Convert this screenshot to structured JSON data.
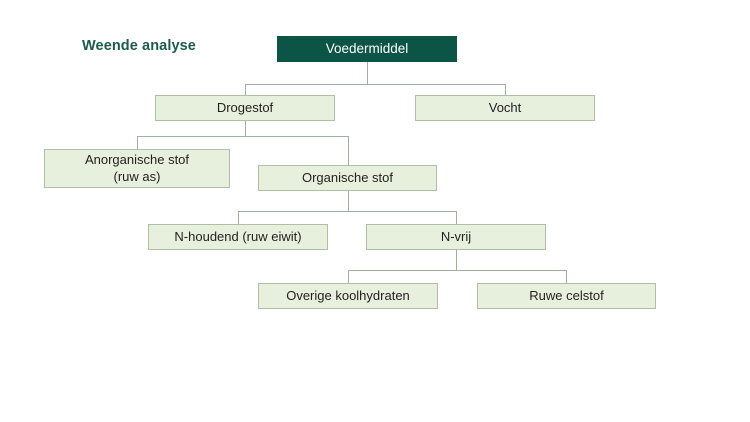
{
  "diagram": {
    "title": "Weende analyse",
    "type": "tree-hierarchy",
    "colors": {
      "root_fill": "#0c5446",
      "root_text": "#ffffff",
      "node_fill": "#e7efdd",
      "node_border": "#aebfa5",
      "node_text": "#231f20",
      "title_text": "#1c5c4a",
      "connector": "#9ab39a",
      "background": "#ffffff"
    },
    "nodes": {
      "root": {
        "label": "Voedermiddel"
      },
      "level1": [
        {
          "label": "Drogestof"
        },
        {
          "label": "Vocht"
        }
      ],
      "level2": [
        {
          "label_line1": "Anorganische stof",
          "label_line2": "(ruw as)"
        },
        {
          "label": "Organische stof"
        }
      ],
      "level3": [
        {
          "label": "N-houdend (ruw eiwit)"
        },
        {
          "label": "N-vrij"
        }
      ],
      "level4": [
        {
          "label": "Overige koolhydraten"
        },
        {
          "label": "Ruwe celstof"
        }
      ]
    }
  }
}
